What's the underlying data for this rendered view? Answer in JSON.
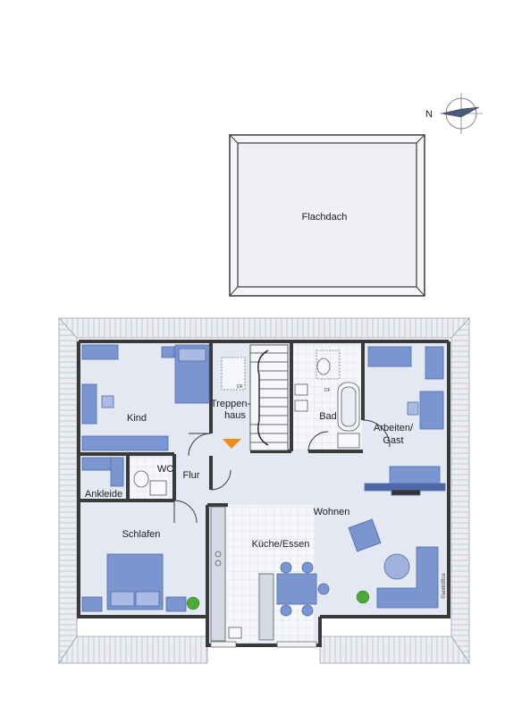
{
  "compass": {
    "north_label": "N",
    "icon": "compass-rose-icon"
  },
  "roof": {
    "label": "Flachdach"
  },
  "rooms": {
    "kind": "Kind",
    "treppenhaus_line1": "Treppen-",
    "treppenhaus_line2": "haus",
    "bad": "Bad",
    "arbeiten_line1": "Arbeiten/",
    "arbeiten_line2": "Gast",
    "wc": "WC",
    "flur": "Flur",
    "ankleide": "Ankleide",
    "wohnen": "Wohnen",
    "schlafen": "Schlafen",
    "kueche": "Küche/Essen"
  },
  "fixture_marks": {
    "df1": "DF",
    "df2": "DF"
  },
  "watermark": "©andoffice",
  "colors": {
    "wall": "#3a3a3a",
    "floor": "#e4e8f2",
    "furniture": "#7b95cf",
    "furniture_dark": "#4f69a8",
    "roof_tile": "#dfe2ea",
    "stair_arrow": "#f08a1c",
    "plant": "#4fa83a"
  }
}
